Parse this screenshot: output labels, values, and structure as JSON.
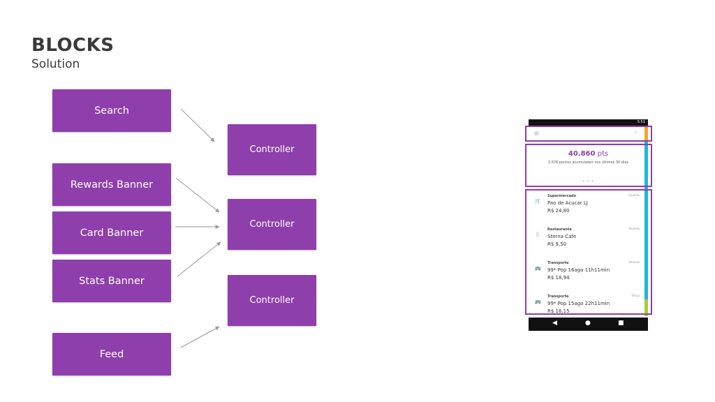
{
  "header": {
    "title": "BLOCKS",
    "subtitle": "Solution"
  },
  "blocks": {
    "search": "Search",
    "rewards_banner": "Rewards Banner",
    "card_banner": "Card Banner",
    "stats_banner": "Stats Banner",
    "feed": "Feed"
  },
  "controllers": [
    "Controller",
    "Controller",
    "Controller"
  ],
  "phone": {
    "status_time": "5:51",
    "points": "40.860",
    "points_unit": "pts",
    "points_sub": "2.676 pontos acumulados nos últimos 30 dias",
    "pager_dots": "• • •",
    "feed_items": [
      {
        "category": "Supermercado",
        "place": "Pao de Acucar LJ",
        "value": "R$ 24,80",
        "tag": "Quarta",
        "icon": "cart-icon",
        "glyph": "🛒"
      },
      {
        "category": "Restaurante",
        "place": "Sterna Cafe",
        "value": "R$ 9,50",
        "tag": "Quarta",
        "icon": "fork-icon",
        "glyph": "🍴"
      },
      {
        "category": "Transporte",
        "place": "99* Pop 16ago 11h11min",
        "value": "R$ 18,94",
        "tag": "Quarta",
        "icon": "bus-icon",
        "glyph": "🚌"
      },
      {
        "category": "Transporte",
        "place": "99* Pop 15ago 22h11min",
        "value": "R$ 16,15",
        "tag": "Terça",
        "icon": "bus-icon",
        "glyph": "🚌"
      }
    ],
    "nav": {
      "back": "◀",
      "home": "●",
      "recents": "■"
    }
  },
  "colors": {
    "block": "#8e3fab",
    "arrow": "#999999",
    "accent_cyan": "#1fb8d3",
    "accent_orange": "#f5a623",
    "accent_lime": "#a8cc3c"
  }
}
